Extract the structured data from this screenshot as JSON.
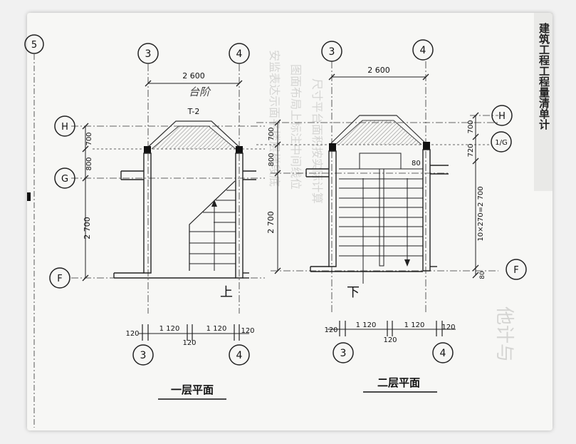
{
  "side_header": "建筑工程工程量清单计",
  "axis_labels": [
    "H",
    "G",
    "F",
    "3",
    "4",
    "5",
    "1/G"
  ],
  "dims": {
    "width_2600": "2 600",
    "d700": "700",
    "d800": "800",
    "d2700": "2 700",
    "d720": "720",
    "d80": "80",
    "steps": "10×270=2 700",
    "d120": "120",
    "d1120": "1 120"
  },
  "annotations": {
    "handwritten": "台阶",
    "tag": "T-2",
    "up": "上",
    "down": "下"
  },
  "captions": {
    "floor1": "一层平面",
    "floor2": "二层平面"
  }
}
